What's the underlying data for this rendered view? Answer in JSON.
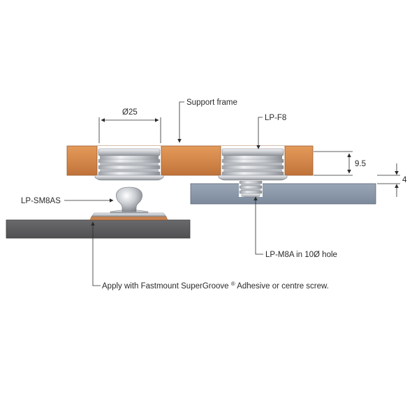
{
  "labels": {
    "support_frame": "Support frame",
    "lp_f8": "LP-F8",
    "lp_sm8as": "LP-SM8AS",
    "lp_m8a": "LP-M8A in 10Ø hole",
    "apply_note_pre": "Apply with Fastmount SuperGroove",
    "apply_note_reg": "®",
    "apply_note_post": " Adhesive or centre screw."
  },
  "dimensions": {
    "diameter": "Ø25",
    "height_frame": "9.5",
    "height_panel": "4"
  },
  "colors": {
    "frame": "#d9894a",
    "panel_right": "#8a98aa",
    "panel_left": "#5f5f61",
    "metal": "#c9ccd0",
    "pad": "#c9824f"
  }
}
